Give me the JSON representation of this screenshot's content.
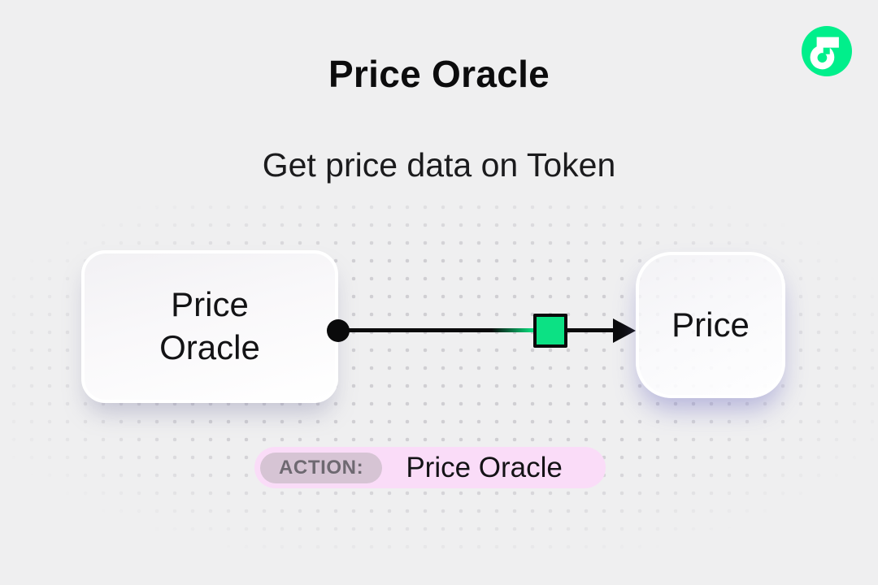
{
  "header": {
    "title": "Price Oracle",
    "subtitle": "Get price data on Token"
  },
  "logo": {
    "name": "flow-logo",
    "brand_color": "#00EF8B"
  },
  "diagram": {
    "source_node": {
      "label": "Price Oracle"
    },
    "target_node": {
      "label": "Price"
    },
    "connector": {
      "start_marker": "filled-circle",
      "mid_marker": "green-square",
      "end_marker": "arrowhead",
      "marker_color": "#0CE184",
      "line_color": "#0A0A0B"
    }
  },
  "action_bar": {
    "label": "ACTION:",
    "value": "Price Oracle",
    "background": "#FADCF8",
    "badge_background": "#D6C4D4"
  },
  "background": {
    "color": "#EFEFF0",
    "dot_color": "#D0CFD3"
  }
}
